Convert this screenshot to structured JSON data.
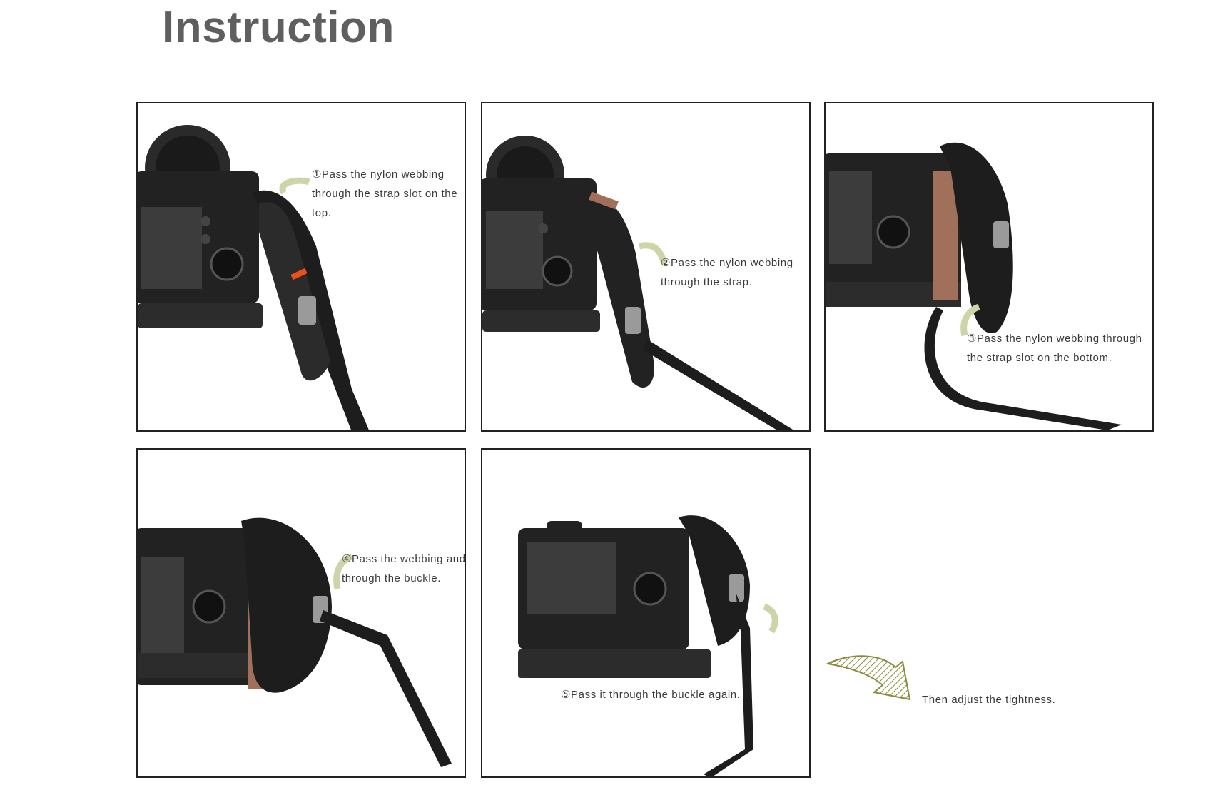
{
  "page": {
    "title": "Instruction"
  },
  "steps": [
    {
      "caption": "①Pass the nylon webbing through the strap slot on the top."
    },
    {
      "caption": "②Pass the nylon webbing through the strap."
    },
    {
      "caption": "③Pass the nylon webbing through the strap slot on the bottom."
    },
    {
      "caption": "④Pass the webbing and through the buckle."
    },
    {
      "caption": "⑤Pass it through the buckle again."
    }
  ],
  "final": {
    "caption": "Then adjust the tightness."
  },
  "colors": {
    "accent_arrow": "#d9ddb8",
    "strap": "#1c1c1c",
    "orange_tab": "#e8501c",
    "wood": "#a0705a"
  }
}
